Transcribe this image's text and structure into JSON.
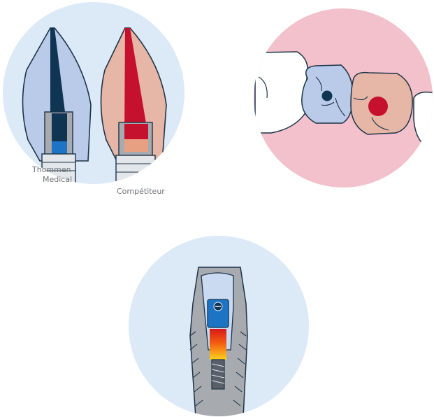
{
  "labels": {
    "thommen_line1": "Thommen",
    "thommen_line2": "Medical",
    "competitor": "Compétiteur"
  },
  "colors": {
    "circle_blue": "#dce9f7",
    "circle_pink": "#f2c1cb",
    "outline": "#1c3348",
    "crown_blue": "#b9cbe8",
    "core_navy": "#0f3552",
    "accent_blue": "#1d74c4",
    "crown_peach": "#e6b6a6",
    "core_red": "#c5112e",
    "abutment_grey": "#a7aaae"
  }
}
